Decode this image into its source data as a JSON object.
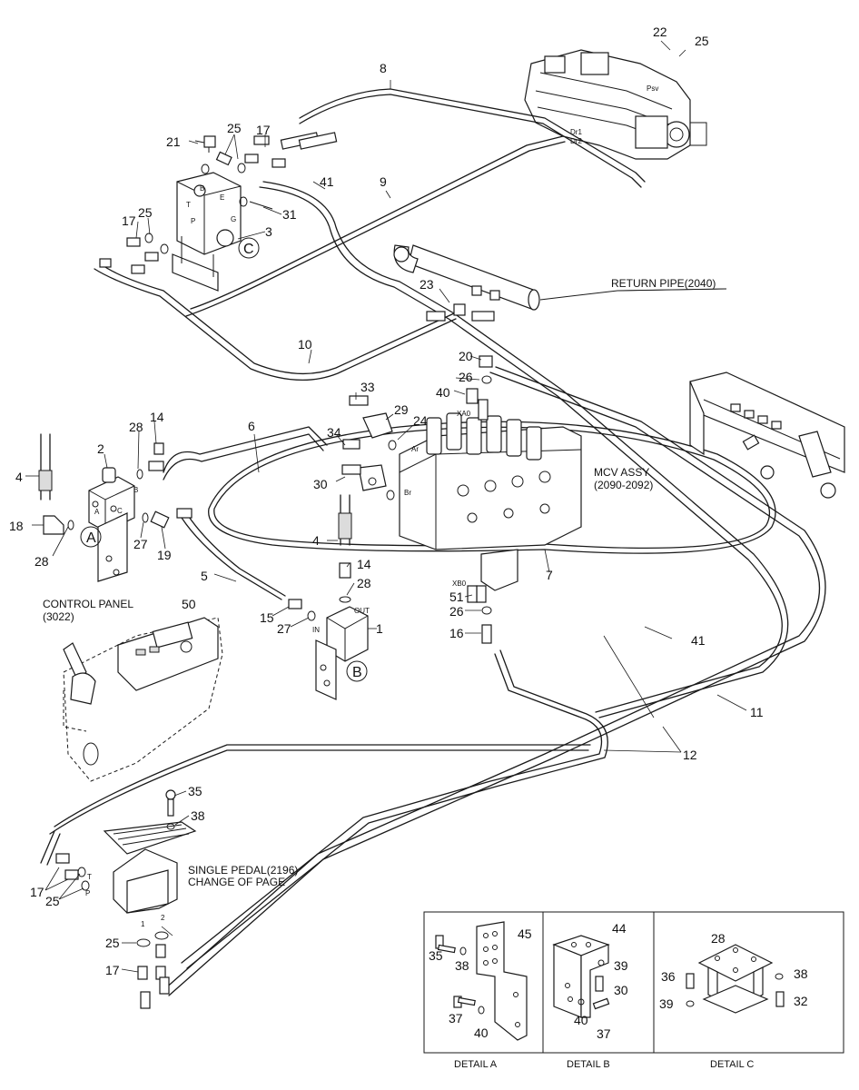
{
  "labels": {
    "return_pipe": "RETURN PIPE(2040)",
    "mcv_assy_1": "MCV ASSY",
    "mcv_assy_2": "(2090-2092)",
    "control_panel_1": "CONTROL PANEL",
    "control_panel_2": "(3022)",
    "single_pedal_1": "SINGLE PEDAL(2196)",
    "single_pedal_2": "CHANGE OF PAGE",
    "xa0": "XA0",
    "xb0": "XB0",
    "port_in": "IN",
    "port_out": "OUT",
    "port_a": "A",
    "port_b": "B",
    "port_c": "C",
    "port_t": "T",
    "port_p": "P",
    "port_e": "E",
    "port_g": "G",
    "pedal_port_1": "1",
    "pedal_port_2": "2"
  },
  "callouts": {
    "detail_a": "A",
    "detail_b": "B",
    "detail_c": "C"
  },
  "details": {
    "detail_a": {
      "caption": "DETAIL A",
      "parts": [
        "35",
        "38",
        "45",
        "37",
        "40"
      ]
    },
    "detail_b": {
      "caption": "DETAIL B",
      "parts": [
        "44",
        "39",
        "30",
        "40",
        "37"
      ]
    },
    "detail_c": {
      "caption": "DETAIL C",
      "parts": [
        "28",
        "36",
        "38",
        "39",
        "32"
      ]
    }
  },
  "part_numbers": [
    "22",
    "25",
    "8",
    "21",
    "25",
    "17",
    "41",
    "9",
    "31",
    "3",
    "17",
    "25",
    "23",
    "10",
    "20",
    "26",
    "40",
    "33",
    "29",
    "24",
    "14",
    "28",
    "2",
    "6",
    "34",
    "30",
    "4",
    "18",
    "28",
    "27",
    "19",
    "5",
    "4",
    "14",
    "28",
    "7",
    "15",
    "27",
    "1",
    "51",
    "26",
    "16",
    "41",
    "11",
    "50",
    "12",
    "35",
    "38",
    "17",
    "25",
    "25",
    "17"
  ]
}
